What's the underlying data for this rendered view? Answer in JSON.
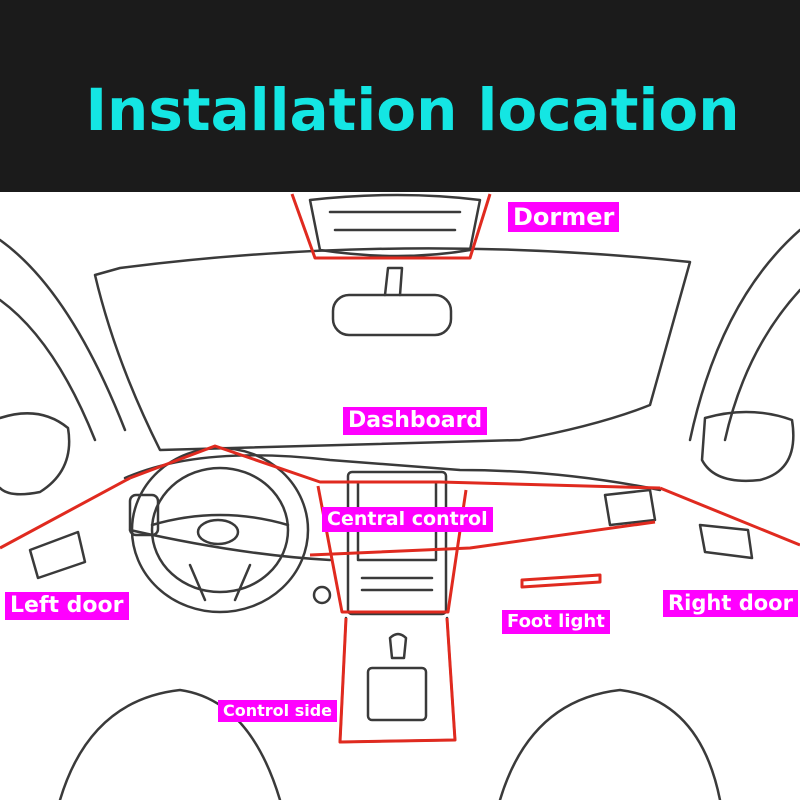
{
  "title": "Installation location",
  "colors": {
    "header_background": "#1b1b1b",
    "title_text": "#14e6e3",
    "label_background": "#ff00ff",
    "label_text": "#ffffff",
    "install_line": "#e02a1f",
    "sketch_line": "#3a3a3a"
  },
  "labels": {
    "dormer": "Dormer",
    "dashboard": "Dashboard",
    "central_control": "Central control",
    "left_door": "Left door",
    "right_door": "Right door",
    "foot_light": "Foot light",
    "control_side": "Control side"
  }
}
